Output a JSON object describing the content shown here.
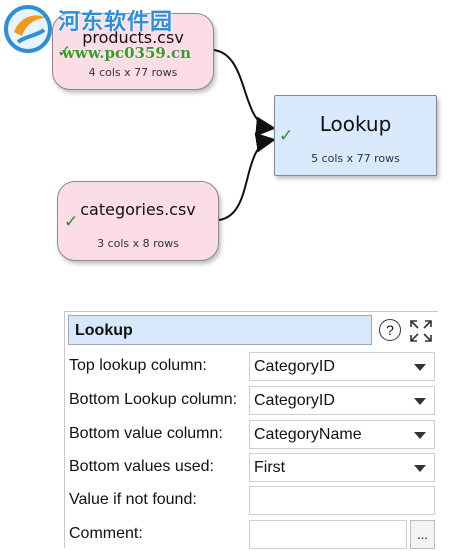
{
  "canvas": {
    "nodes": {
      "products": {
        "name": "products.csv",
        "dims": "4 cols x 77 rows",
        "status": "check-icon"
      },
      "categories": {
        "name": "categories.csv",
        "dims": "3 cols x 8 rows",
        "status": "check-icon"
      },
      "lookup": {
        "name": "Lookup",
        "dims": "5 cols x 77 rows",
        "status": "check-icon"
      }
    },
    "colors": {
      "input_node": "#fcdde7",
      "transform_node": "#d9eafc",
      "check": "#2e8b2e"
    }
  },
  "watermark": {
    "site_name": "河东软件园",
    "url": "www.pc0359.cn"
  },
  "panel": {
    "title": "Lookup",
    "help_symbol": "?",
    "fields": {
      "top_lookup_column": {
        "label": "Top lookup column:",
        "value": "CategoryID"
      },
      "bottom_lookup_column": {
        "label": "Bottom Lookup column:",
        "value": "CategoryID"
      },
      "bottom_value_column": {
        "label": "Bottom value column:",
        "value": "CategoryName"
      },
      "bottom_values_used": {
        "label": "Bottom values used:",
        "value": "First"
      },
      "value_if_not_found": {
        "label": "Value if not found:",
        "value": ""
      },
      "comment": {
        "label": "Comment:",
        "value": "",
        "more_label": "..."
      }
    }
  }
}
